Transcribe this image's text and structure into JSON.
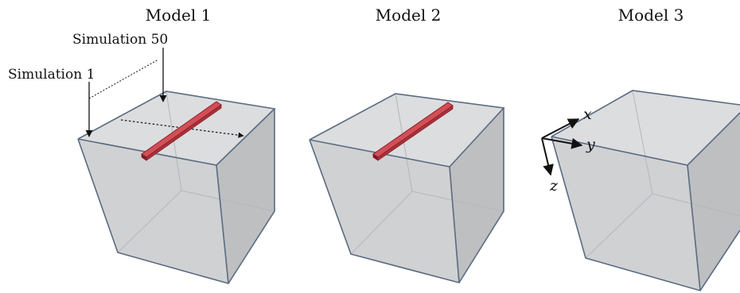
{
  "models": [
    {
      "title": "Model 1",
      "has_bar": true,
      "show_annotations": true
    },
    {
      "title": "Model 2",
      "has_bar": true,
      "show_annotations": false
    },
    {
      "title": "Model 3",
      "has_bar": false,
      "show_annotations": false
    }
  ],
  "annotations": {
    "simulation_first": "Simulation 1",
    "simulation_last": "Simulation 50"
  },
  "axes": {
    "x": "x",
    "y": "y",
    "z": "z"
  },
  "colors": {
    "cube_top": "#d8d9db",
    "cube_left": "#d0d1d3",
    "cube_right": "#bdbfc1",
    "cube_edge": "#5a6b80",
    "bar_fill": "#c8404a",
    "bar_edge": "#8a1f28"
  }
}
